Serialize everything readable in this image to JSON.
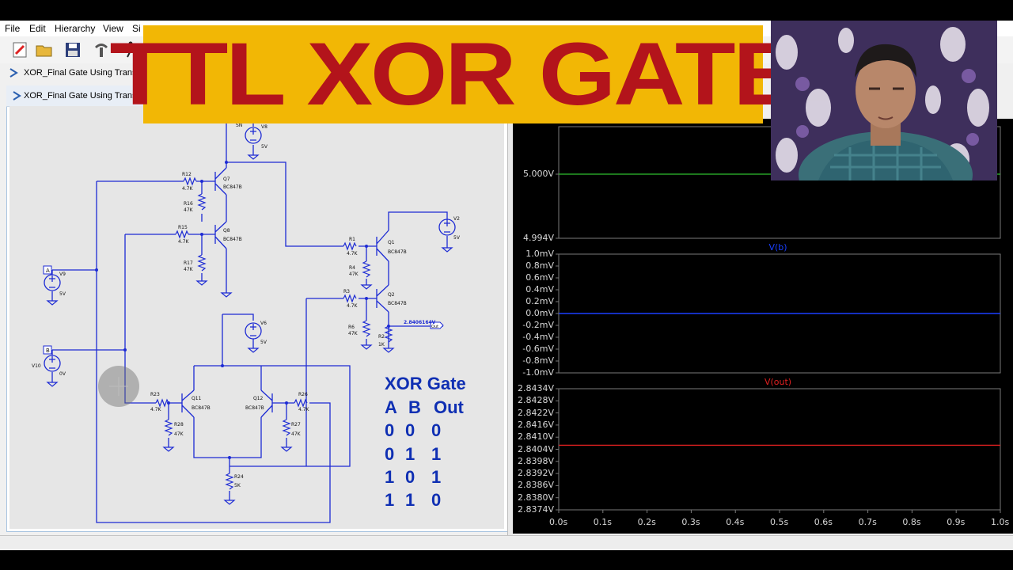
{
  "menu": {
    "items": [
      "File",
      "Edit",
      "Hierarchy",
      "View",
      "Si"
    ]
  },
  "doc_tab": {
    "title": "XOR_Final Gate Using Transistor"
  },
  "schematic_window": {
    "title": "XOR_Final Gate Using Transisto"
  },
  "banner": {
    "text": "TTL XOR GATE"
  },
  "schematic": {
    "components": {
      "R12": {
        "name": "R12",
        "value": "4.7K"
      },
      "R16": {
        "name": "R16",
        "value": "47K"
      },
      "R15": {
        "name": "R15",
        "value": "4.7K"
      },
      "R17": {
        "name": "R17",
        "value": "47K"
      },
      "Q7": {
        "name": "Q7",
        "value": "BC847B"
      },
      "Q8": {
        "name": "Q8",
        "value": "BC847B"
      },
      "V6": {
        "name": "V6",
        "value": "5V"
      },
      "V8": {
        "name": "V8",
        "value": "5V"
      },
      "V9": {
        "name": "V9",
        "value": "5V"
      },
      "V10": {
        "name": "V10",
        "value": "0V"
      },
      "V2": {
        "name": "V2",
        "value": "5V"
      },
      "R1": {
        "name": "R1",
        "value": "4.7K"
      },
      "R4": {
        "name": "R4",
        "value": "47K"
      },
      "R3": {
        "name": "R3",
        "value": "4.7K"
      },
      "R6": {
        "name": "R6",
        "value": "47K"
      },
      "R2": {
        "name": "R2",
        "value": "1K"
      },
      "Q1": {
        "name": "Q1",
        "value": "BC847B"
      },
      "Q2": {
        "name": "Q2",
        "value": "BC847B"
      },
      "R23": {
        "name": "R23",
        "value": "4.7K"
      },
      "R28": {
        "name": "R28",
        "value": "47K"
      },
      "Q11": {
        "name": "Q11",
        "value": "BC847B"
      },
      "Q12": {
        "name": "Q12",
        "value": "BC847B"
      },
      "R26": {
        "name": "R26",
        "value": "4.7K"
      },
      "R27": {
        "name": "R27",
        "value": "47K"
      },
      "R24": {
        "name": "R24",
        "value": "5K"
      }
    },
    "port_a": "A",
    "port_b": "B",
    "port_out": "Out",
    "out_voltage": "2.8406164V",
    "sn_label": "SN"
  },
  "truth_table": {
    "title": "XOR Gate",
    "headers": [
      "A",
      "B",
      "Out"
    ],
    "rows": [
      [
        "0",
        "0",
        "0"
      ],
      [
        "0",
        "1",
        "1"
      ],
      [
        "1",
        "0",
        "1"
      ],
      [
        "1",
        "1",
        "0"
      ]
    ]
  },
  "waveforms": {
    "panel_a": {
      "ticks": [
        "5.000V",
        "4.994V"
      ],
      "color": "#2fbf2f"
    },
    "panel_b": {
      "title": "V(b)",
      "color": "#1a3fff",
      "ticks": [
        "1.0mV",
        "0.8mV",
        "0.6mV",
        "0.4mV",
        "0.2mV",
        "0.0mV",
        "-0.2mV",
        "-0.4mV",
        "-0.6mV",
        "-0.8mV",
        "-1.0mV"
      ]
    },
    "panel_out": {
      "title": "V(out)",
      "color": "#e02020",
      "ticks": [
        "2.8434V",
        "2.8428V",
        "2.8422V",
        "2.8416V",
        "2.8410V",
        "2.8404V",
        "2.8398V",
        "2.8392V",
        "2.8386V",
        "2.8380V",
        "2.8374V"
      ],
      "value": 2.8406
    },
    "x_ticks": [
      "0.0s",
      "0.1s",
      "0.2s",
      "0.3s",
      "0.4s",
      "0.5s",
      "0.6s",
      "0.7s",
      "0.8s",
      "0.9s",
      "1.0s"
    ]
  }
}
